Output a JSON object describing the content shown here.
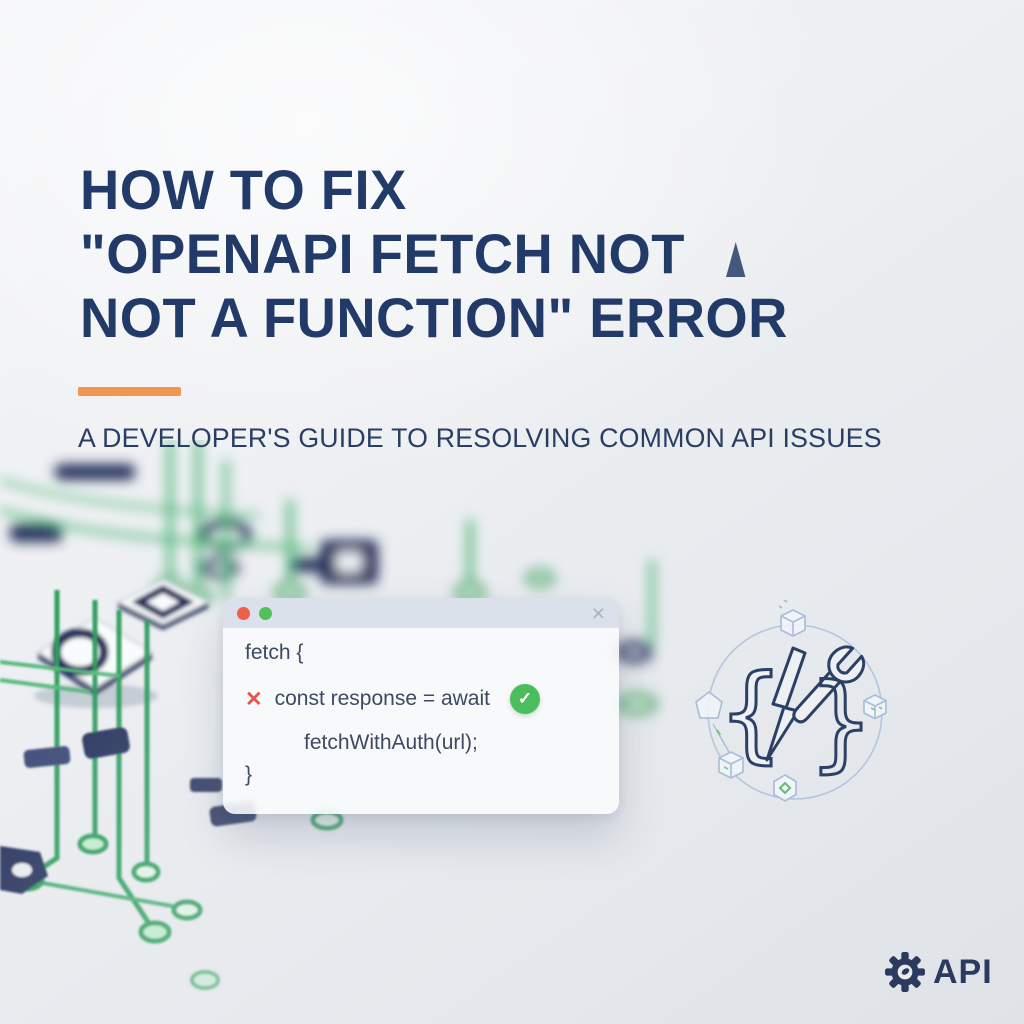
{
  "title": {
    "line1": "HOW TO FIX",
    "line2": "\"OPENAPI FETCH NOT",
    "line3": "NOT A FUNCTION\" ERROR"
  },
  "subtitle": "A DEVELOPER'S GUIDE TO RESOLVING COMMON API ISSUES",
  "code_window": {
    "controls": {
      "close": "×"
    },
    "code": {
      "line1": "fetch {",
      "line2": "const response = await",
      "line3": "fetchWithAuth(url);",
      "line4": "}"
    },
    "icons": {
      "error": "✕",
      "success": "✓"
    }
  },
  "illustration": {
    "left_brace": "{",
    "right_brace": "}"
  },
  "logo": {
    "text": "API"
  },
  "colors": {
    "title_navy": "#223a68",
    "accent_orange": "#f0964e",
    "code_text": "#3c4a63",
    "error_red": "#e7544a",
    "success_green": "#4cbd5c",
    "trace_green": "#2f9e5e",
    "chip_navy": "#26335c"
  }
}
